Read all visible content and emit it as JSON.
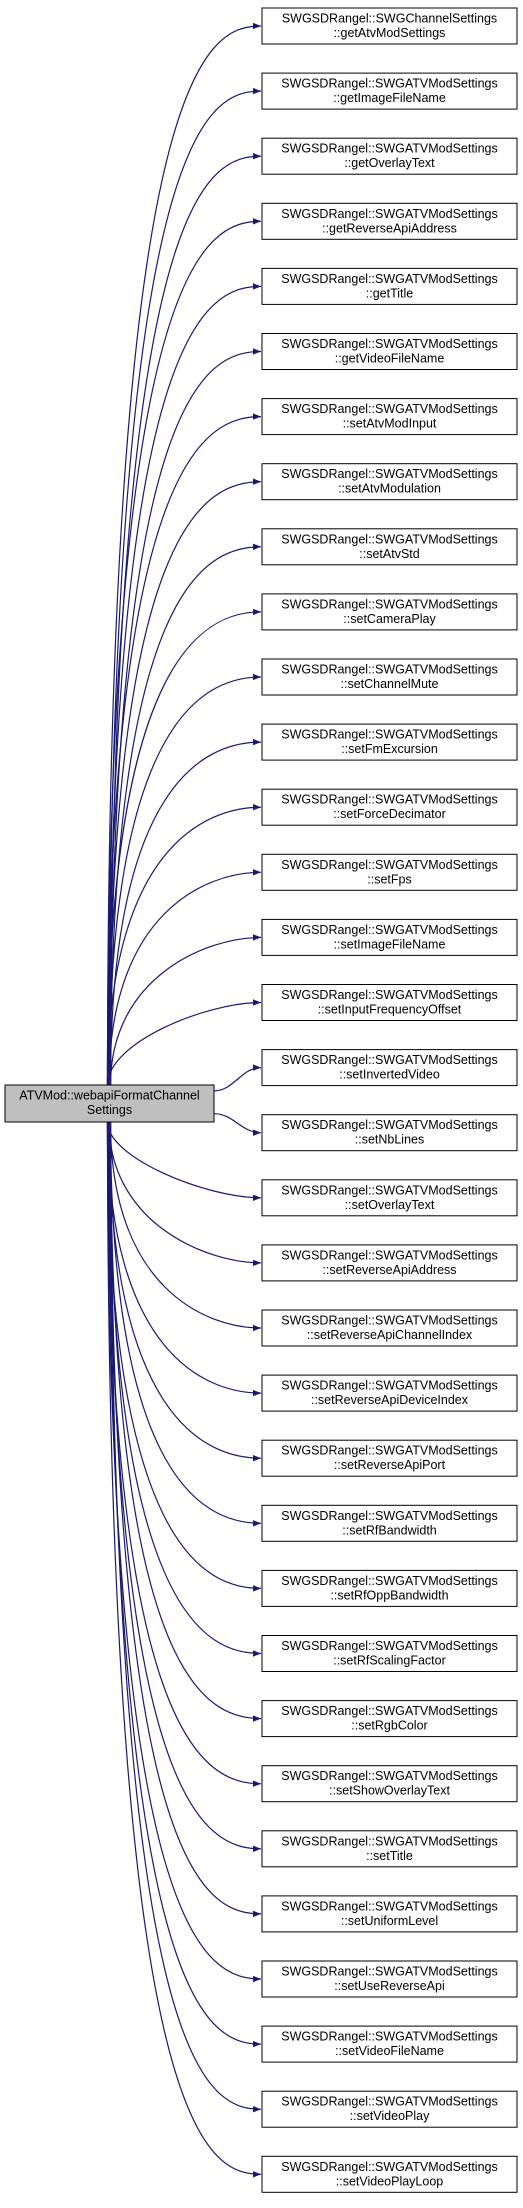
{
  "diagram": {
    "edge_color": "#191970",
    "source_fill": "#bfbfbf",
    "source": {
      "line1": "ATVMod::webapiFormatChannel",
      "line2": "Settings"
    },
    "targets": [
      {
        "line1": "SWGSDRangel::SWGChannelSettings",
        "line2": "::getAtvModSettings"
      },
      {
        "line1": "SWGSDRangel::SWGATVModSettings",
        "line2": "::getImageFileName"
      },
      {
        "line1": "SWGSDRangel::SWGATVModSettings",
        "line2": "::getOverlayText"
      },
      {
        "line1": "SWGSDRangel::SWGATVModSettings",
        "line2": "::getReverseApiAddress"
      },
      {
        "line1": "SWGSDRangel::SWGATVModSettings",
        "line2": "::getTitle"
      },
      {
        "line1": "SWGSDRangel::SWGATVModSettings",
        "line2": "::getVideoFileName"
      },
      {
        "line1": "SWGSDRangel::SWGATVModSettings",
        "line2": "::setAtvModInput"
      },
      {
        "line1": "SWGSDRangel::SWGATVModSettings",
        "line2": "::setAtvModulation"
      },
      {
        "line1": "SWGSDRangel::SWGATVModSettings",
        "line2": "::setAtvStd"
      },
      {
        "line1": "SWGSDRangel::SWGATVModSettings",
        "line2": "::setCameraPlay"
      },
      {
        "line1": "SWGSDRangel::SWGATVModSettings",
        "line2": "::setChannelMute"
      },
      {
        "line1": "SWGSDRangel::SWGATVModSettings",
        "line2": "::setFmExcursion"
      },
      {
        "line1": "SWGSDRangel::SWGATVModSettings",
        "line2": "::setForceDecimator"
      },
      {
        "line1": "SWGSDRangel::SWGATVModSettings",
        "line2": "::setFps"
      },
      {
        "line1": "SWGSDRangel::SWGATVModSettings",
        "line2": "::setImageFileName"
      },
      {
        "line1": "SWGSDRangel::SWGATVModSettings",
        "line2": "::setInputFrequencyOffset"
      },
      {
        "line1": "SWGSDRangel::SWGATVModSettings",
        "line2": "::setInvertedVideo"
      },
      {
        "line1": "SWGSDRangel::SWGATVModSettings",
        "line2": "::setNbLines"
      },
      {
        "line1": "SWGSDRangel::SWGATVModSettings",
        "line2": "::setOverlayText"
      },
      {
        "line1": "SWGSDRangel::SWGATVModSettings",
        "line2": "::setReverseApiAddress"
      },
      {
        "line1": "SWGSDRangel::SWGATVModSettings",
        "line2": "::setReverseApiChannelIndex"
      },
      {
        "line1": "SWGSDRangel::SWGATVModSettings",
        "line2": "::setReverseApiDeviceIndex"
      },
      {
        "line1": "SWGSDRangel::SWGATVModSettings",
        "line2": "::setReverseApiPort"
      },
      {
        "line1": "SWGSDRangel::SWGATVModSettings",
        "line2": "::setRfBandwidth"
      },
      {
        "line1": "SWGSDRangel::SWGATVModSettings",
        "line2": "::setRfOppBandwidth"
      },
      {
        "line1": "SWGSDRangel::SWGATVModSettings",
        "line2": "::setRfScalingFactor"
      },
      {
        "line1": "SWGSDRangel::SWGATVModSettings",
        "line2": "::setRgbColor"
      },
      {
        "line1": "SWGSDRangel::SWGATVModSettings",
        "line2": "::setShowOverlayText"
      },
      {
        "line1": "SWGSDRangel::SWGATVModSettings",
        "line2": "::setTitle"
      },
      {
        "line1": "SWGSDRangel::SWGATVModSettings",
        "line2": "::setUniformLevel"
      },
      {
        "line1": "SWGSDRangel::SWGATVModSettings",
        "line2": "::setUseReverseApi"
      },
      {
        "line1": "SWGSDRangel::SWGATVModSettings",
        "line2": "::setVideoFileName"
      },
      {
        "line1": "SWGSDRangel::SWGATVModSettings",
        "line2": "::setVideoPlay"
      },
      {
        "line1": "SWGSDRangel::SWGATVModSettings",
        "line2": "::setVideoPlayLoop"
      }
    ]
  }
}
